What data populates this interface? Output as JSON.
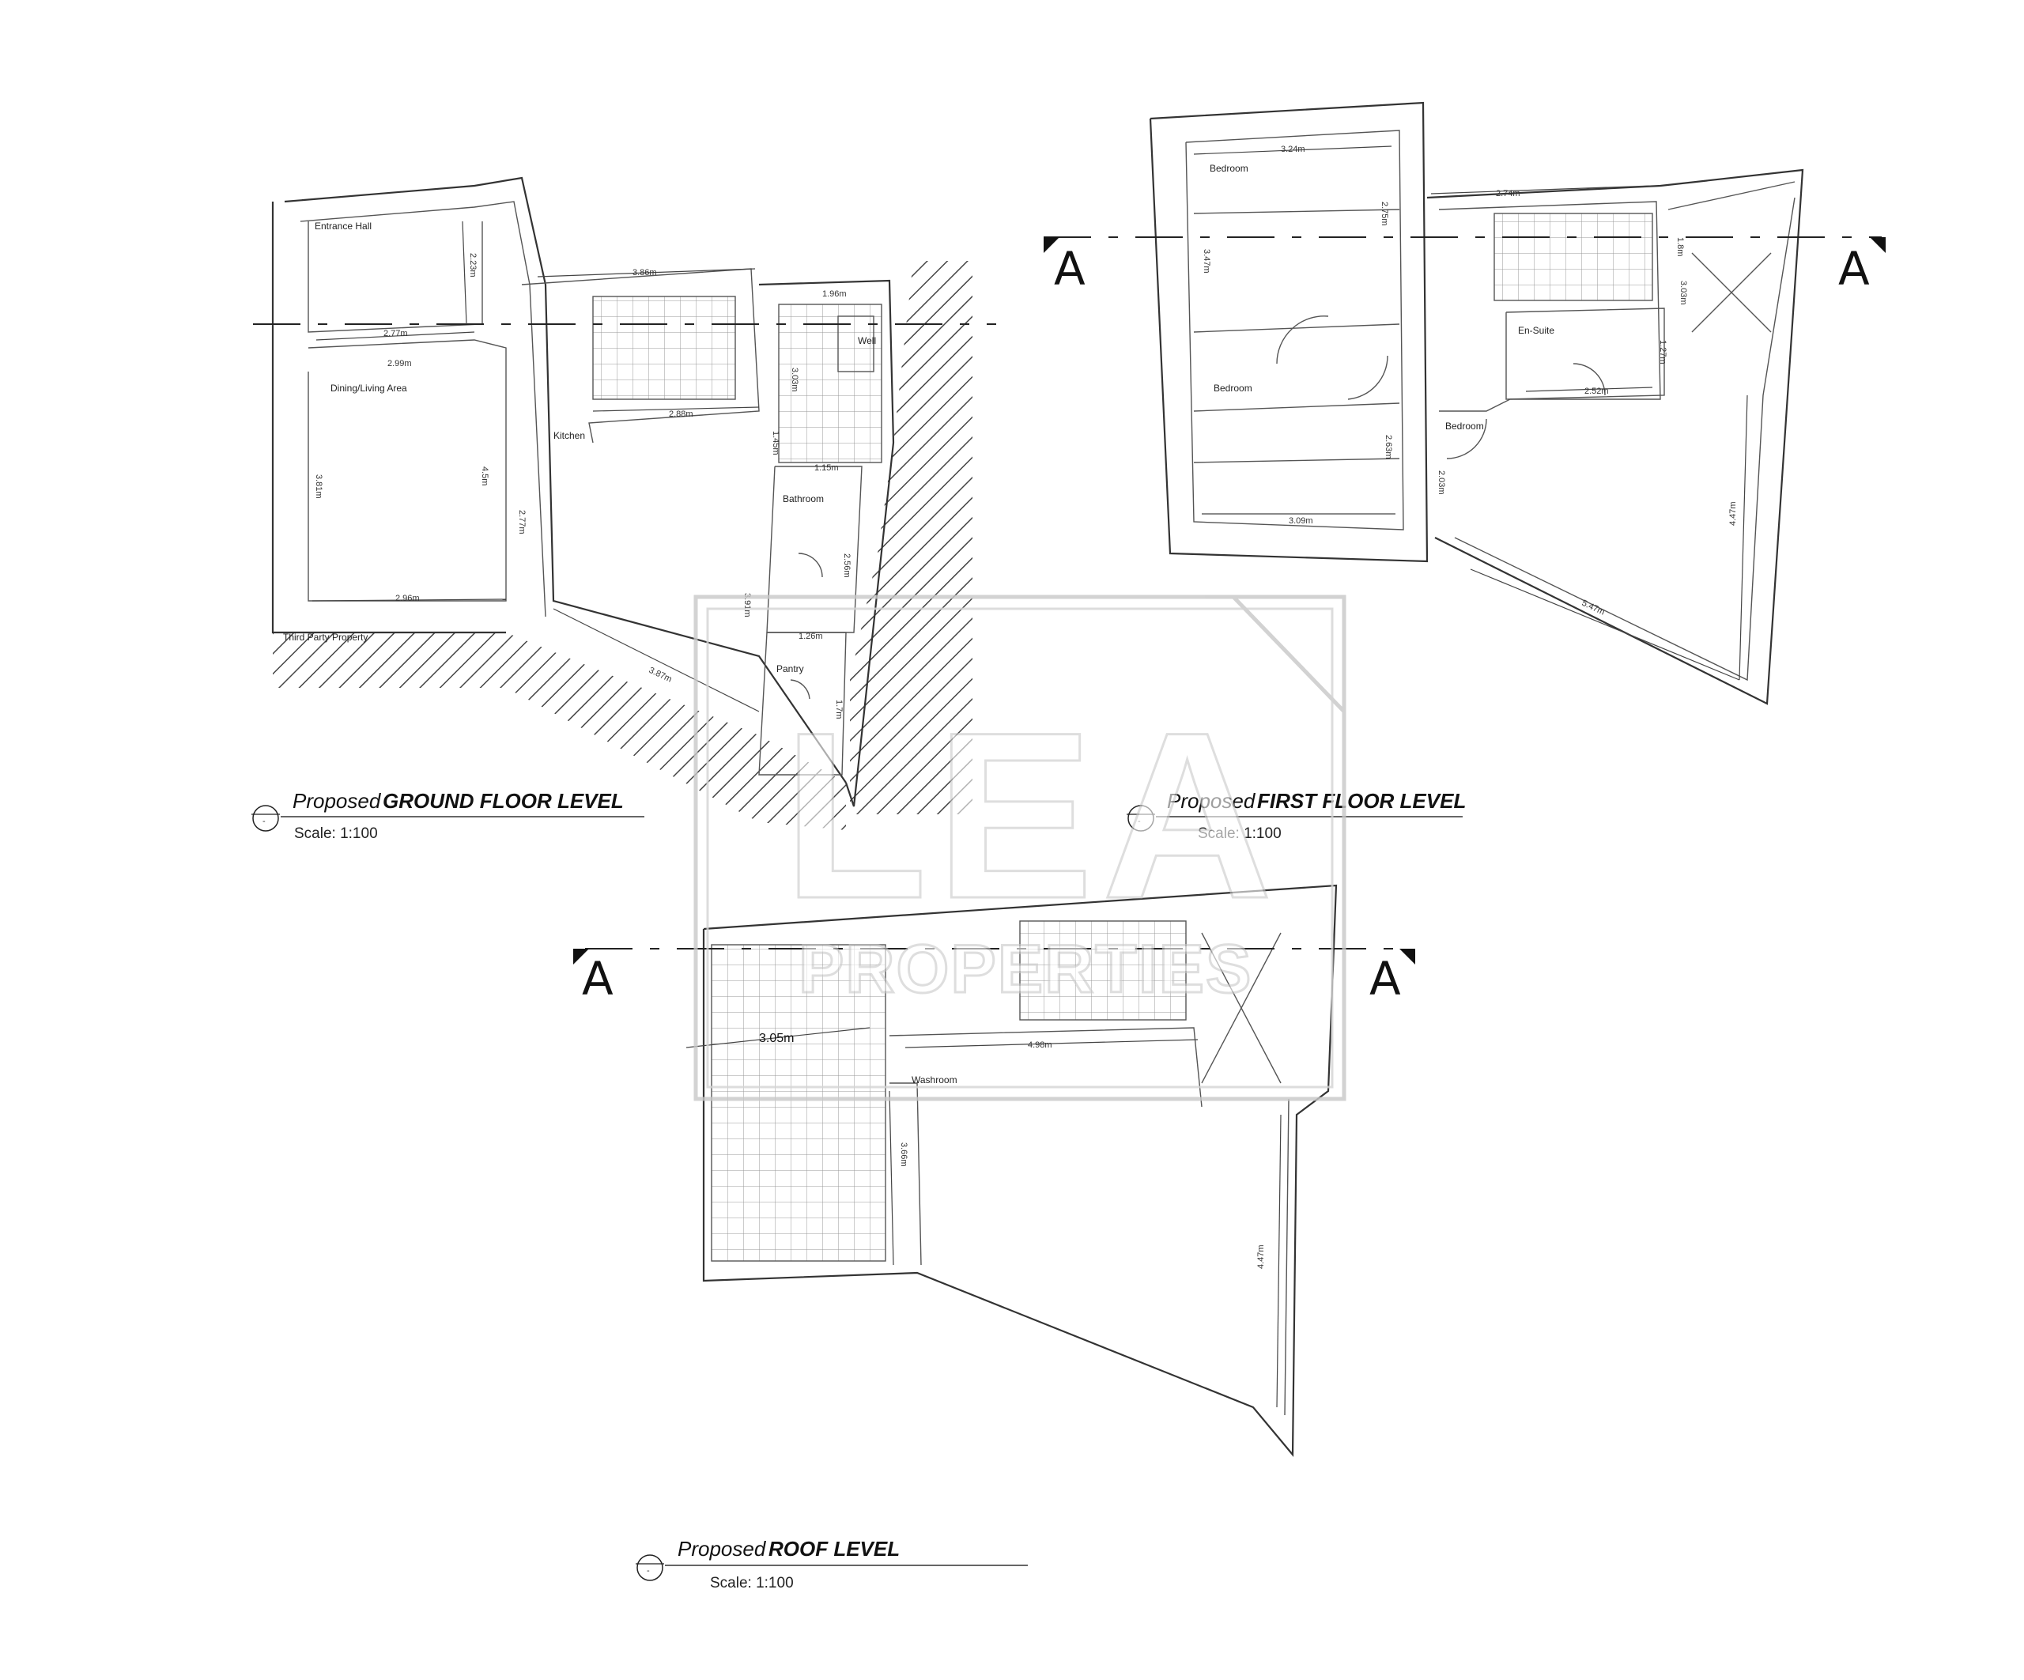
{
  "watermark": {
    "brand": "LEA",
    "tagline": "PROPERTIES"
  },
  "section_marker": "A",
  "ground_floor": {
    "title_prefix": "Proposed",
    "title_main": "GROUND FLOOR LEVEL",
    "scale": "Scale: 1:100",
    "symbol": "-",
    "rooms": {
      "entrance_hall": "Entrance Hall",
      "dining_living": "Dining/Living Area",
      "kitchen": "Kitchen",
      "well": "Well",
      "bathroom": "Bathroom",
      "pantry": "Pantry",
      "third_party": "Third Party Property"
    },
    "dims": [
      "2.23m",
      "2.77m",
      "2.99m",
      "3.81m",
      "4.5m",
      "2.77m",
      "2.96m",
      "3.86m",
      "2.88m",
      "1.96m",
      "3.03m",
      "1.45m",
      "1.15m",
      "2.56m",
      "3.91m",
      "1.26m",
      "1.7m",
      "3.87m"
    ]
  },
  "first_floor": {
    "title_prefix": "Proposed",
    "title_main": "FIRST FLOOR LEVEL",
    "scale": "Scale: 1:100",
    "symbol": "-",
    "rooms": {
      "bedroom_1": "Bedroom",
      "bedroom_2": "Bedroom",
      "bedroom_3": "Bedroom",
      "en_suite": "En-Suite"
    },
    "dims": [
      "3.24m",
      "2.75m",
      "3.47m",
      "2.63m",
      "3.09m",
      "2.74m",
      "3.03m",
      "1.8m",
      "1.27m",
      "2.52m",
      "2.03m",
      "4.47m",
      "5.47m"
    ]
  },
  "roof": {
    "title_prefix": "Proposed",
    "title_main": "ROOF LEVEL",
    "scale": "Scale: 1:100",
    "symbol": "-",
    "rooms": {
      "washroom": "Washroom"
    },
    "dims": [
      "3.05m",
      "4.98m",
      "3.66m",
      "4.47m"
    ]
  }
}
